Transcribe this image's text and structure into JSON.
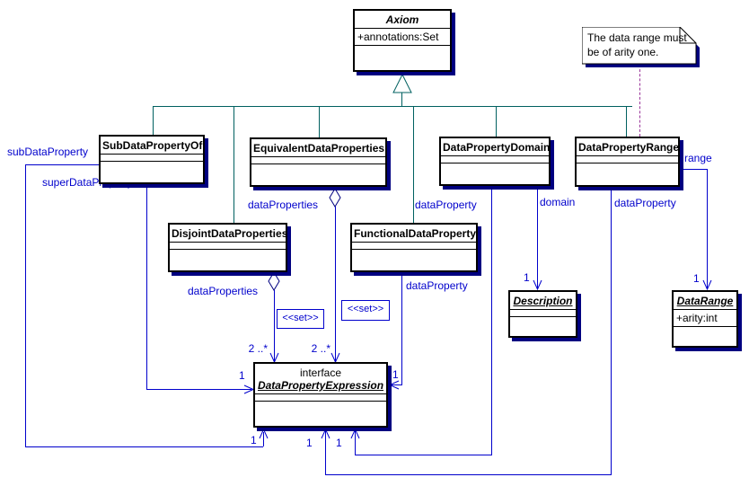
{
  "note": {
    "line1": "The data range must",
    "line2": "be of arity one."
  },
  "classes": {
    "axiom": {
      "name": "Axiom",
      "attribute": "+annotations:Set"
    },
    "sub_data_property_of": {
      "name": "SubDataPropertyOf"
    },
    "equivalent_data_properties": {
      "name": "EquivalentDataProperties"
    },
    "data_property_domain": {
      "name": "DataPropertyDomain"
    },
    "data_property_range": {
      "name": "DataPropertyRange"
    },
    "disjoint_data_properties": {
      "name": "DisjointDataProperties"
    },
    "functional_data_property": {
      "name": "FunctionalDataProperty"
    },
    "description": {
      "name": "Description"
    },
    "data_range": {
      "name": "DataRange",
      "attribute": "+arity:int"
    },
    "data_property_expression": {
      "keyword": "interface",
      "name": "DataPropertyExpression"
    }
  },
  "edge_labels": {
    "sub_data_property": "subDataProperty",
    "super_data_property": "superDataProperty",
    "equivalent_end": "dataProperties",
    "disjoint_end": "dataProperties",
    "functional_end": "dataProperty",
    "domain_axiom_end": "dataProperty",
    "range_axiom_end": "dataProperty",
    "domain": "domain",
    "range": "range",
    "set_stereotype": "<<set>>",
    "mult_one": "1",
    "mult_two_star": "2 ..*"
  },
  "colors": {
    "association": "#0000cc",
    "generalization": "#006060",
    "note_anchor": "#993399",
    "box_shadow": "#000080",
    "box_border": "#000000"
  }
}
